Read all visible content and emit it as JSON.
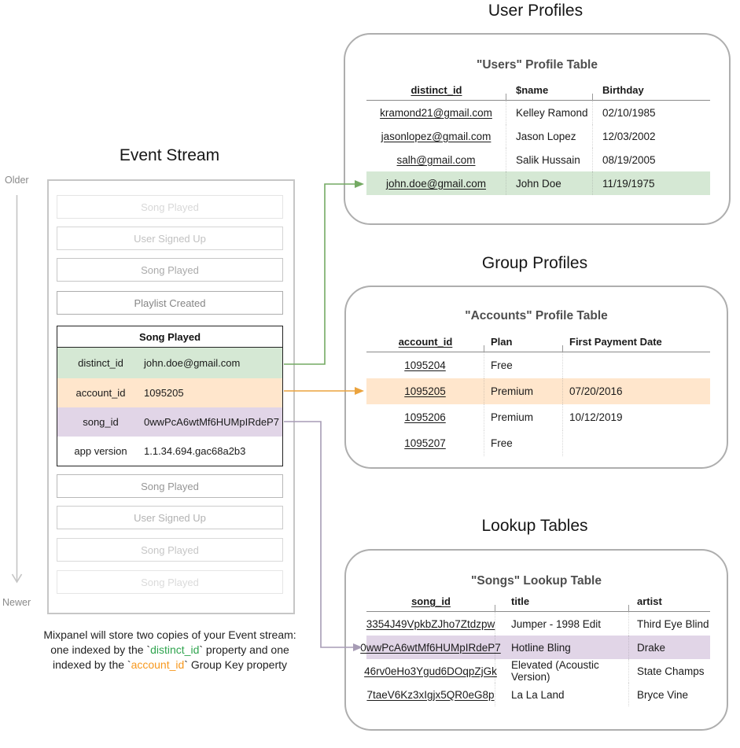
{
  "colors": {
    "green-fill": "#d5e8d4",
    "orange-fill": "#ffe6cc",
    "purple-fill": "#e1d5e7",
    "green-accent": "#2fa44e",
    "orange-accent": "#f7981d",
    "green-arrow": "#74aa63",
    "orange-arrow": "#eba33e",
    "purple-arrow": "#a79cb5"
  },
  "sections": {
    "user_profiles_title": "User Profiles",
    "group_profiles_title": "Group Profiles",
    "lookup_tables_title": "Lookup Tables",
    "event_stream_title": "Event Stream"
  },
  "timeline": {
    "older": "Older",
    "newer": "Newer"
  },
  "event_stream": {
    "events_before": [
      "Song Played",
      "User Signed Up",
      "Song Played",
      "Playlist Created"
    ],
    "event": {
      "title": "Song Played",
      "properties": [
        {
          "key": "distinct_id",
          "value": "john.doe@gmail.com"
        },
        {
          "key": "account_id",
          "value": "1095205"
        },
        {
          "key": "song_id",
          "value": "0wwPcA6wtMf6HUMpIRdeP7"
        },
        {
          "key": "app version",
          "value": "1.1.34.694.gac68a2b3"
        }
      ]
    },
    "events_after": [
      "Song Played",
      "User Signed Up",
      "Song Played",
      "Song Played"
    ]
  },
  "users_table": {
    "title": "\"Users\" Profile Table",
    "columns": [
      "distinct_id",
      "$name",
      "Birthday"
    ],
    "rows": [
      [
        "kramond21@gmail.com",
        "Kelley Ramond",
        "02/10/1985"
      ],
      [
        "jasonlopez@gmail.com",
        "Jason Lopez",
        "12/03/2002"
      ],
      [
        "salh@gmail.com",
        "Salik Hussain",
        "08/19/2005"
      ],
      [
        "john.doe@gmail.com",
        "John Doe",
        "11/19/1975"
      ]
    ]
  },
  "accounts_table": {
    "title": "\"Accounts\" Profile Table",
    "columns": [
      "account_id",
      "Plan",
      "First Payment Date"
    ],
    "rows": [
      [
        "1095204",
        "Free",
        ""
      ],
      [
        "1095205",
        "Premium",
        "07/20/2016"
      ],
      [
        "1095206",
        "Premium",
        "10/12/2019"
      ],
      [
        "1095207",
        "Free",
        ""
      ]
    ]
  },
  "songs_table": {
    "title": "\"Songs\" Lookup Table",
    "columns": [
      "song_id",
      "title",
      "artist"
    ],
    "rows": [
      [
        "3354J49VpkbZJho7Ztdzpw",
        "Jumper - 1998 Edit",
        "Third Eye Blind"
      ],
      [
        "0wwPcA6wtMf6HUMpIRdeP7",
        "Hotline Bling",
        "Drake"
      ],
      [
        "46rv0eHo3Ygud6DOqpZjGk",
        "Elevated (Acoustic Version)",
        "State Champs"
      ],
      [
        "7taeV6Kz3xIgjx5QR0eG8p",
        "La La Land",
        "Bryce Vine"
      ]
    ]
  },
  "caption": {
    "line1": "Mixpanel will store two copies of your Event stream:",
    "line2_pre": "one indexed by the `",
    "line2_code": "distinct_id",
    "line2_post": "` property and one",
    "line3_pre": "indexed by the `",
    "line3_code": "account_id",
    "line3_post": "` Group Key property"
  }
}
